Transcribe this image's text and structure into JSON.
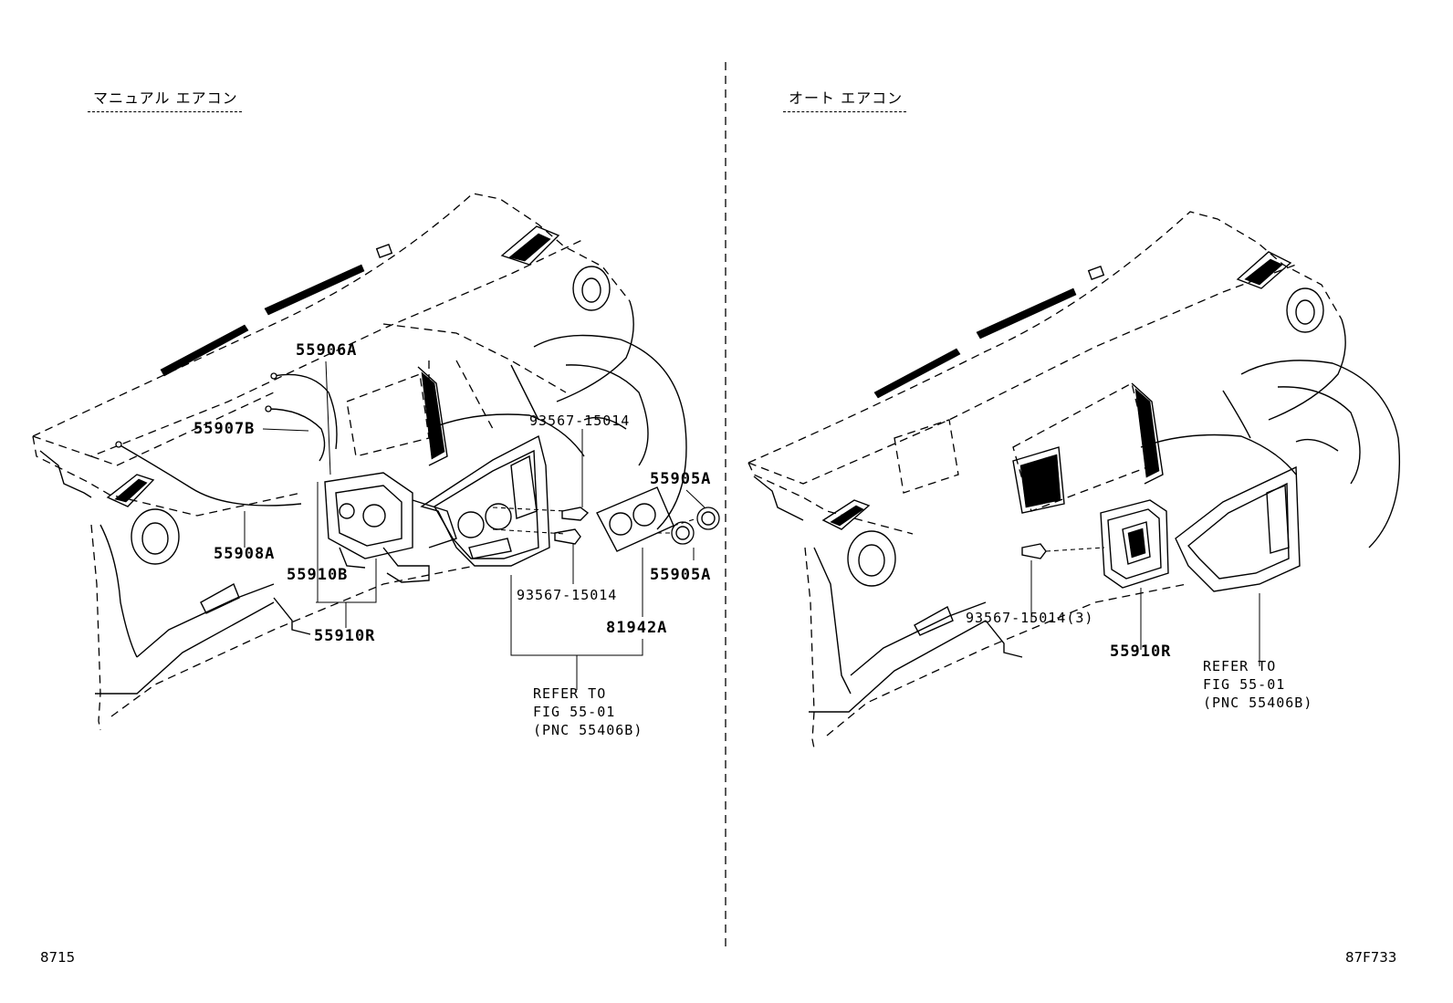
{
  "headings": {
    "manual": "マニュアル エアコン",
    "auto": "オート エアコン"
  },
  "callouts_manual": {
    "p55906A": "55906A",
    "p55907B": "55907B",
    "p55908A": "55908A",
    "p55910B": "55910B",
    "p55910R": "55910R",
    "p93567_top": "93567-15014",
    "p93567_bottom": "93567-15014",
    "p55905A_top": "55905A",
    "p55905A_bottom": "55905A",
    "p81942A": "81942A",
    "refer": {
      "line1": "REFER TO",
      "line2": "FIG 55-01",
      "line3": "(PNC 55406B)"
    }
  },
  "callouts_auto": {
    "p93567": "93567-15014(3)",
    "p55910R": "55910R",
    "refer": {
      "line1": "REFER TO",
      "line2": "FIG 55-01",
      "line3": "(PNC 55406B)"
    }
  },
  "footer": {
    "left_code": "8715",
    "right_code": "87F733"
  }
}
